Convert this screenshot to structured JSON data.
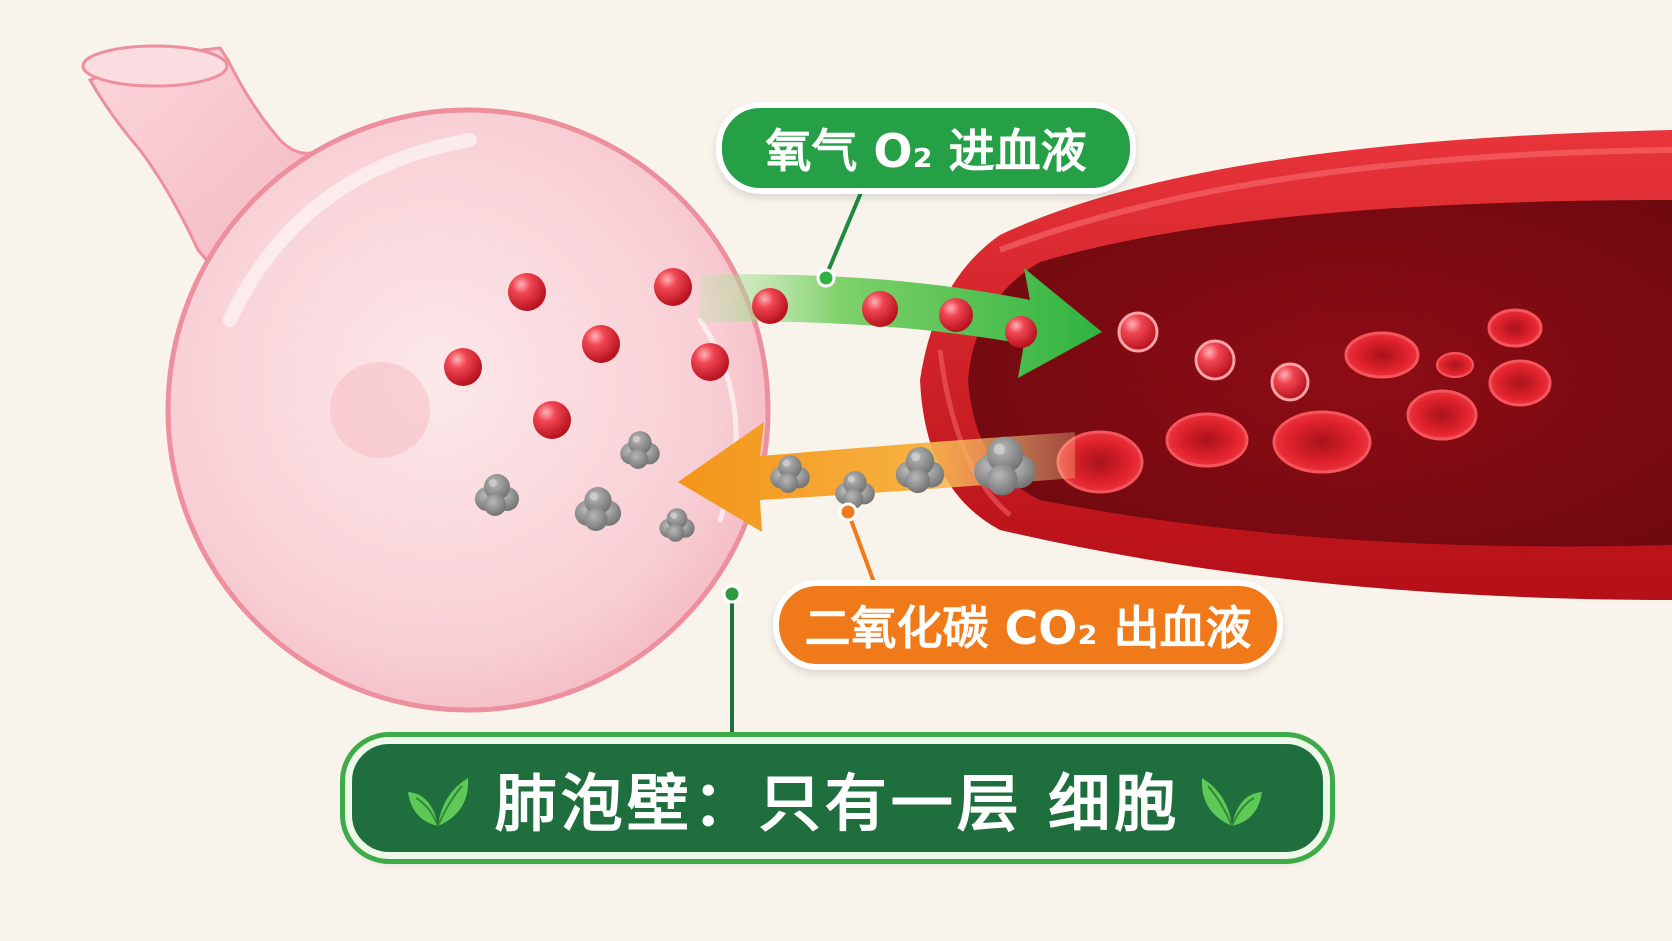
{
  "labels": {
    "oxygen": "氧气 O₂ 进血液",
    "carbon_dioxide": "二氧化碳 CO₂ 出血液",
    "alveolar_wall": "肺泡壁：只有一层 细胞"
  },
  "icons": {
    "left_leaf": "leaf-icon",
    "right_leaf": "leaf-icon"
  },
  "colors": {
    "background": "#f8f4ec",
    "alveolus": "#f7c9cf",
    "capillary": "#c8141c",
    "oxygen_arrow": "#2fb33f",
    "co2_arrow": "#f39418",
    "label_green": "#1f6e3d",
    "label_orange": "#f07a1a"
  }
}
